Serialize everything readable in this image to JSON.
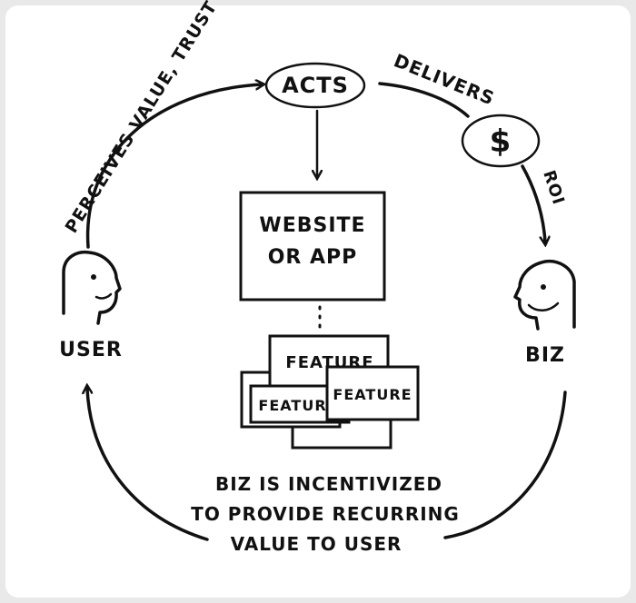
{
  "diagram": {
    "acts": "ACTS",
    "delivers": "DELIVERS",
    "dollar": "$",
    "roi": "ROI",
    "perceives": "PERCEIVES VALUE, TRUST",
    "website_line1": "WEBSITE",
    "website_line2": "OR APP",
    "feature": "FEATURE",
    "user_label": "USER",
    "biz_label": "BIZ",
    "incentive_line1": "BIZ IS INCENTIVIZED",
    "incentive_line2": "TO PROVIDE RECURRING",
    "incentive_line3": "VALUE TO USER"
  }
}
